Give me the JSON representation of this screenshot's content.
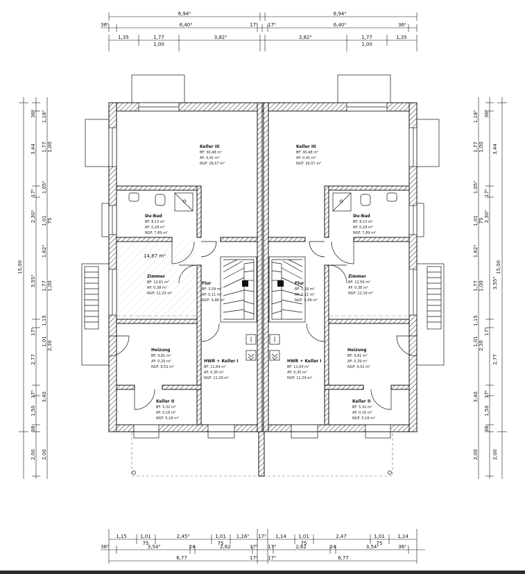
{
  "dims_top": {
    "row1": [
      "6,94⁵",
      "6,94⁵"
    ],
    "row2": [
      "36⁵",
      "6,40⁵",
      "17⁵",
      "17⁵",
      "6,40⁵",
      "36⁵"
    ],
    "row3": [
      "1,35",
      "1,77",
      "3,82⁵",
      "3,82⁵",
      "1,77",
      "1,35"
    ],
    "row3_sub": [
      "1,00",
      "1,00"
    ]
  },
  "dims_bottom": {
    "row1": [
      "1,15",
      "1,01",
      "2,45⁵",
      "1,01",
      "1,16⁵",
      "17⁵",
      "1,14",
      "1,01",
      "2,47",
      "1,01",
      "1,14"
    ],
    "row1_sub": [
      "75",
      "75",
      "75",
      "75"
    ],
    "row2": [
      "36⁵",
      "3,54⁵",
      "24",
      "2,62",
      "17⁵",
      "17⁵",
      "2,62",
      "24",
      "3,54⁵",
      "36⁵"
    ],
    "row3": [
      "6,77",
      "17⁵",
      "17⁵",
      "6,77"
    ]
  },
  "dims_left": {
    "total": "15,00",
    "outer": [
      "3,44",
      "17⁵",
      "3,55⁵",
      "17⁵",
      "2,77",
      "17⁵",
      "1,50",
      "38",
      "2,00"
    ],
    "outer_top": "36⁵",
    "inner": [
      "1,18⁵",
      "1,77",
      "1,00",
      "1,05⁵",
      "2,30⁵",
      "1,01",
      "75",
      "1,62⁵",
      "1,77",
      "1,00",
      "1,15",
      "1,01",
      "2,30",
      "3,40",
      "2,00"
    ]
  },
  "dims_right": {
    "total": "15,00",
    "outer": [
      "3,44",
      "17⁵",
      "3,55⁵",
      "17⁵",
      "2,77",
      "17⁵",
      "1,50",
      "38",
      "2,00"
    ],
    "outer_top": "36⁵",
    "inner": [
      "1,18⁵",
      "1,77",
      "1,00",
      "1,05⁵",
      "2,30⁵",
      "1,01",
      "75",
      "1,62⁵",
      "1,77",
      "1,00",
      "1,15",
      "1,01",
      "2,30",
      "3,40",
      "2,00"
    ]
  },
  "rooms": {
    "keller3_l": {
      "title": "Keller III",
      "bf": "BF:   30,48 m²",
      "af": "AF:     0,91 m²",
      "ngf": "NGF: 29,57 m²"
    },
    "keller3_r": {
      "title": "Keller III",
      "bf": "BF:   30,48 m²",
      "af": "AF:     0,91 m²",
      "ngf": "NGF: 29,57 m²"
    },
    "dubad_l": {
      "title": "Du-Bad",
      "bf": "BF:     8,13 m²",
      "af": "AF:     0,24 m²",
      "ngf": "NGF:  7,89 m²"
    },
    "dubad_r": {
      "title": "Du-Bad",
      "bf": "BF:     8,13 m²",
      "af": "AF:     0,24 m²",
      "ngf": "NGF:  7,89 m²"
    },
    "zimmer_l": {
      "title": "Zimmer",
      "bf": "BF:   12,61 m²",
      "af": "AF:     0,38 m²",
      "ngf": "NGF: 12,23 m²"
    },
    "zimmer_r": {
      "title": "Zimmer",
      "bf": "BF:   12,56 m²",
      "af": "AF:     0,38 m²",
      "ngf": "NGF: 12,19 m²"
    },
    "flur_l": {
      "title": "Flur",
      "bf": "BF:    3,59 m²",
      "af": "AF:    0,11 m²",
      "ngf": "NGF:  3,48 m²"
    },
    "flur_r": {
      "title": "Flur",
      "bf": "BF:    3,59 m²",
      "af": "AF:    0,11 m²",
      "ngf": "NGF:  3,49 m²"
    },
    "heizung_l": {
      "title": "Heizung",
      "bf": "BF:     9,81 m²",
      "af": "AF:     0,29 m²",
      "ngf": "NGF:  9,52 m²"
    },
    "heizung_r": {
      "title": "Heizung",
      "bf": "BF:     9,81 m²",
      "af": "AF:     0,29 m²",
      "ngf": "NGF:  9,52 m²"
    },
    "hwr_l": {
      "title": "HWR + Keller I",
      "bf": "BF:    11,64 m²",
      "af": "AF:      0,35 m²",
      "ngf": "NGF:  11,29 m²"
    },
    "hwr_r": {
      "title": "HWR + Keller I",
      "bf": "BF:    11,64 m²",
      "af": "AF:      0,35 m²",
      "ngf": "NGF:  11,29 m²"
    },
    "keller2_l": {
      "title": "Keller II",
      "bf": "BF:     5,32 m²",
      "af": "AF:     0,16 m²",
      "ngf": "NGF:  5,16 m²"
    },
    "keller2_r": {
      "title": "Keller II",
      "bf": "BF:     5,32 m²",
      "af": "AF:     0,16 m²",
      "ngf": "NGF:  5,16 m²"
    }
  },
  "extra_area": "14,87 m²",
  "colors": {
    "line": "#111111",
    "background": "#ffffff",
    "bar": "#2b2b2b"
  }
}
